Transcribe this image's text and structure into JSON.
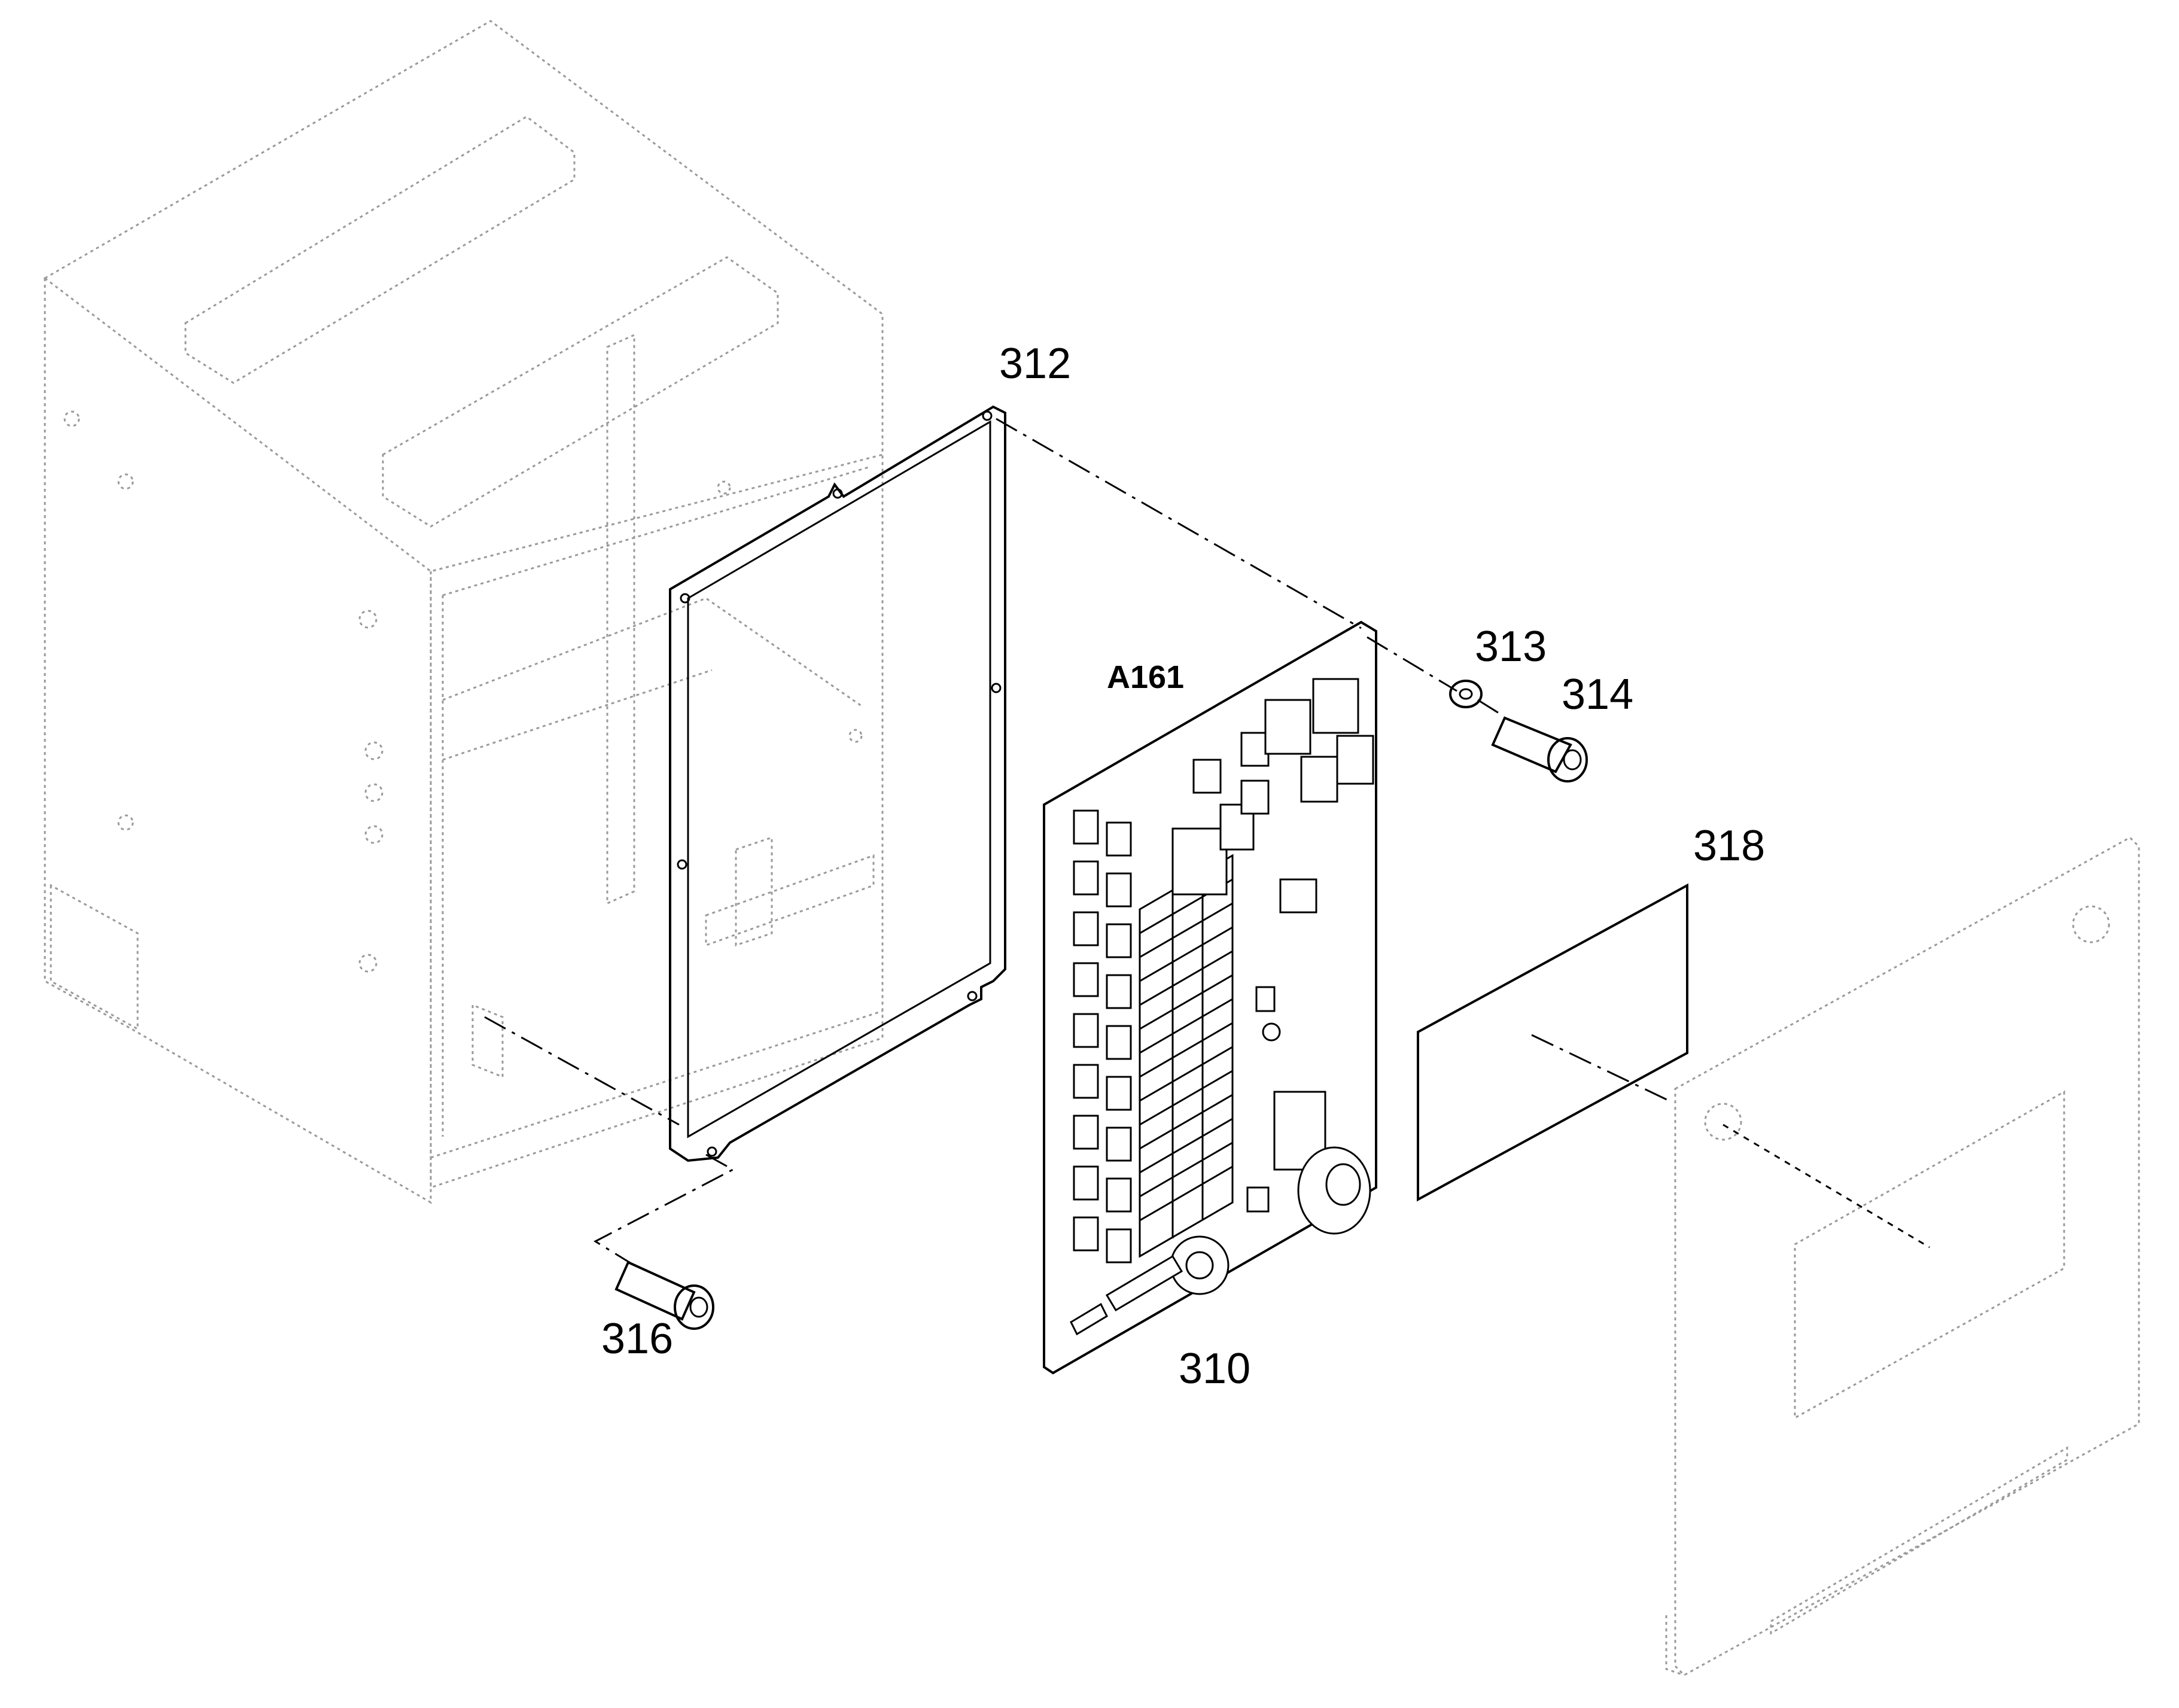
{
  "diagram": {
    "board_label": "A161",
    "callouts": {
      "c312": "312",
      "c313": "313",
      "c314": "314",
      "c316": "316",
      "c318": "318",
      "c310": "310"
    }
  },
  "colors": {
    "line": "#000000",
    "ghost": "#9a9a9a",
    "background": "#ffffff"
  }
}
